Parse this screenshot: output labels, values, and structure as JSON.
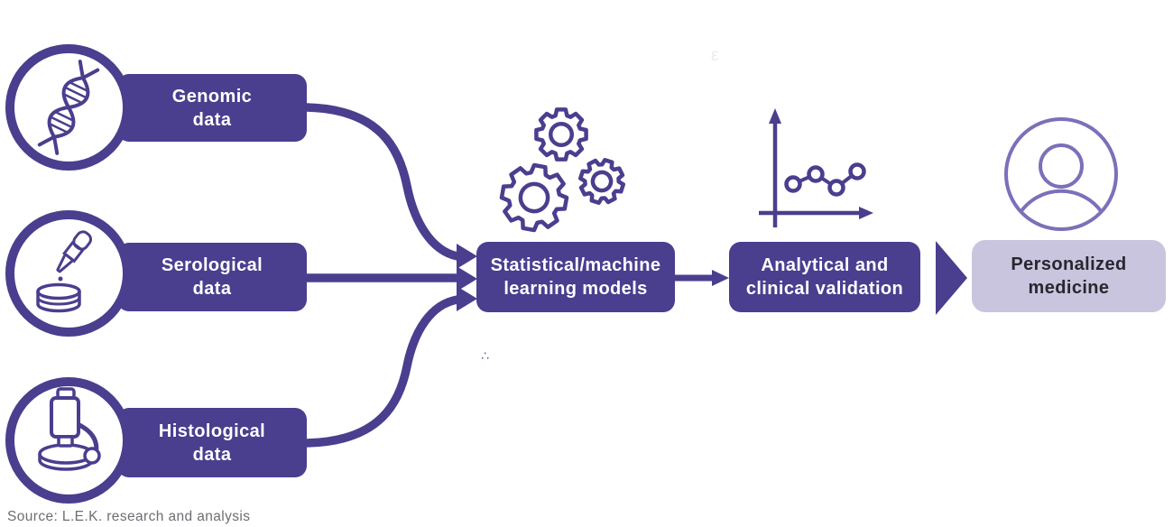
{
  "palette": {
    "purple": "#4a3e8e",
    "lightPurple": "#cac5de",
    "personPurple": "#7b70b9",
    "darkText": "#27272f",
    "sourceText": "#6e6e73"
  },
  "flow": {
    "sources": [
      {
        "line1": "Genomic",
        "line2": "data",
        "icon": "dna-icon"
      },
      {
        "line1": "Serological",
        "line2": "data",
        "icon": "pipette-petri-dish-icon"
      },
      {
        "line1": "Histological",
        "line2": "data",
        "icon": "microscope-icon"
      }
    ],
    "models": {
      "line1": "Statistical/machine",
      "line2": "learning models",
      "icon": "gears-icon"
    },
    "validation": {
      "line1": "Analytical and",
      "line2": "clinical validation",
      "icon": "line-chart-icon"
    },
    "outcome": {
      "line1": "Personalized",
      "line2": "medicine",
      "icon": "person-icon"
    }
  },
  "decor": {
    "mark_top": "ε",
    "mark_mid": "∴"
  },
  "footer": {
    "source_note": "Source: L.E.K. research and analysis"
  }
}
